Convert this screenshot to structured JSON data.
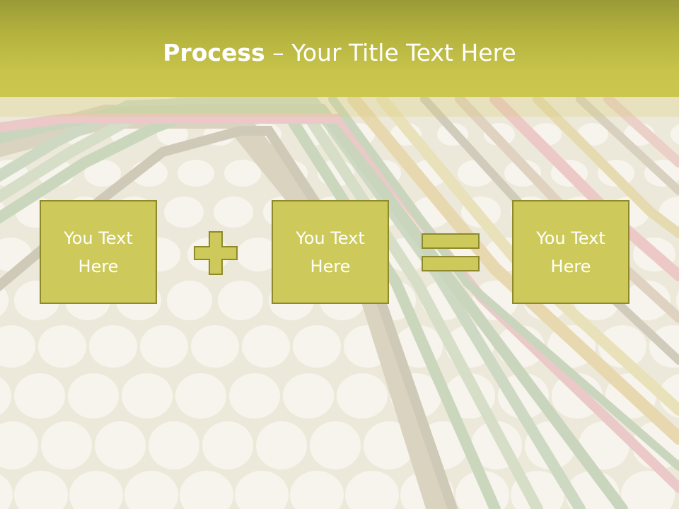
{
  "slide": {
    "title_strong": "Process",
    "title_sep": " – ",
    "title_rest": "Your Title Text Here"
  },
  "process": {
    "boxes": [
      {
        "label": "You Text Here"
      },
      {
        "label": "You Text Here"
      },
      {
        "label": "You Text Here"
      }
    ],
    "operators": [
      "plus-icon",
      "equals-icon"
    ]
  },
  "colors": {
    "header": "#c8c44c",
    "box_fill": "#cdc95a",
    "box_border": "#8e8a2c",
    "text": "#ffffff",
    "background": "#ede9da"
  }
}
